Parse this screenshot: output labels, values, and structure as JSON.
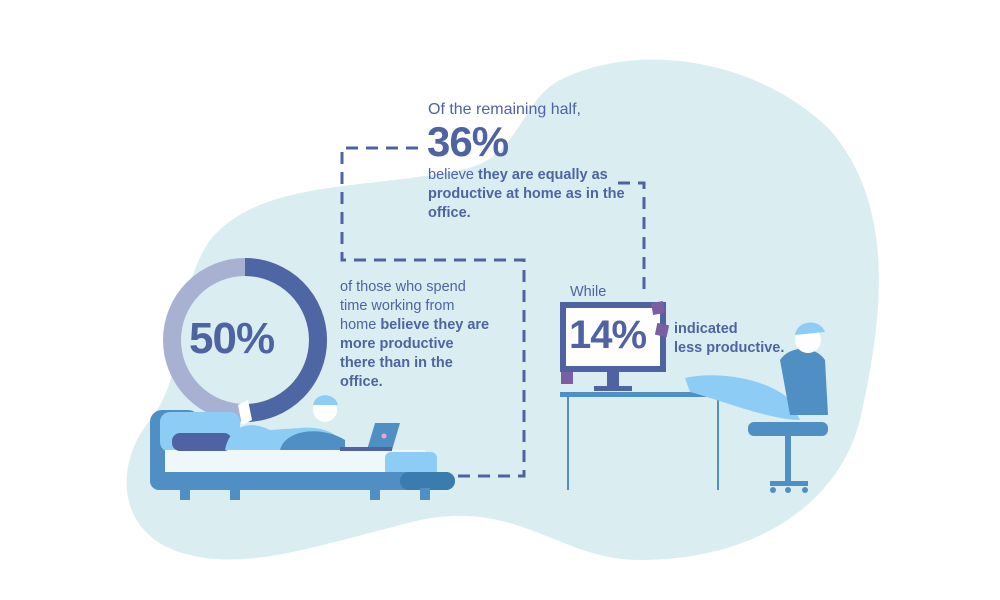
{
  "stat_36": {
    "intro": "Of the remaining half,",
    "value": "36%",
    "lead": "believe",
    "bold": "they are equally as productive at home as in the office."
  },
  "stat_50": {
    "value": "50%",
    "fraction": 0.5,
    "lead": "of those who spend time working from home",
    "bold": "believe they are more productive there than in the office."
  },
  "stat_14": {
    "while": "While",
    "value": "14%",
    "text": "indicated",
    "bold": "less productive."
  },
  "colors": {
    "text": "#4f63a3",
    "blob": "#daeef2",
    "ring_light": "#a8b1d1",
    "ring_dark": "#4f66a4"
  }
}
